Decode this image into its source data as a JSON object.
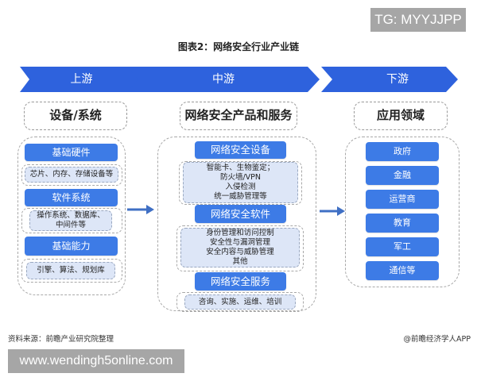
{
  "watermark_top": "TG: MYYJJPP",
  "title": "图表2：网络安全行业产业链",
  "stages": [
    {
      "label": "上游",
      "header": "设备/系统"
    },
    {
      "label": "中游",
      "header": "网络安全产品和服务"
    },
    {
      "label": "下游",
      "header": "应用领域"
    }
  ],
  "upstream": {
    "blocks": [
      {
        "title": "基础硬件",
        "detail": [
          "芯片、内存、存储设备等"
        ]
      },
      {
        "title": "软件系统",
        "detail": [
          "操作系统、数据库、",
          "中间件等"
        ]
      },
      {
        "title": "基础能力",
        "detail": [
          "引擎、算法、规划库"
        ]
      }
    ]
  },
  "midstream": {
    "blocks": [
      {
        "title": "网络安全设备",
        "detail": [
          "智能卡、生物鉴定；",
          "防火墙/VPN",
          "入侵检测",
          "统一威胁管理等"
        ]
      },
      {
        "title": "网络安全软件",
        "detail": [
          "身份管理和访问控制",
          "安全性与漏洞管理",
          "安全内容与威胁管理",
          "其他"
        ]
      },
      {
        "title": "网络安全服务",
        "detail": [
          "咨询、实施、运维、培训"
        ]
      }
    ]
  },
  "downstream": {
    "items": [
      "政府",
      "金融",
      "运营商",
      "教育",
      "军工",
      "通信等"
    ]
  },
  "footer": {
    "source": "资料来源：前瞻产业研究院整理",
    "credit": "@前瞻经济学人APP"
  },
  "watermark_bottom": "www.wendingh5online.com",
  "colors": {
    "chevron": "#2e62dd",
    "block": "#3d7be6",
    "detail_bg": "#dde6f7",
    "arrow": "#3f6fc4"
  }
}
